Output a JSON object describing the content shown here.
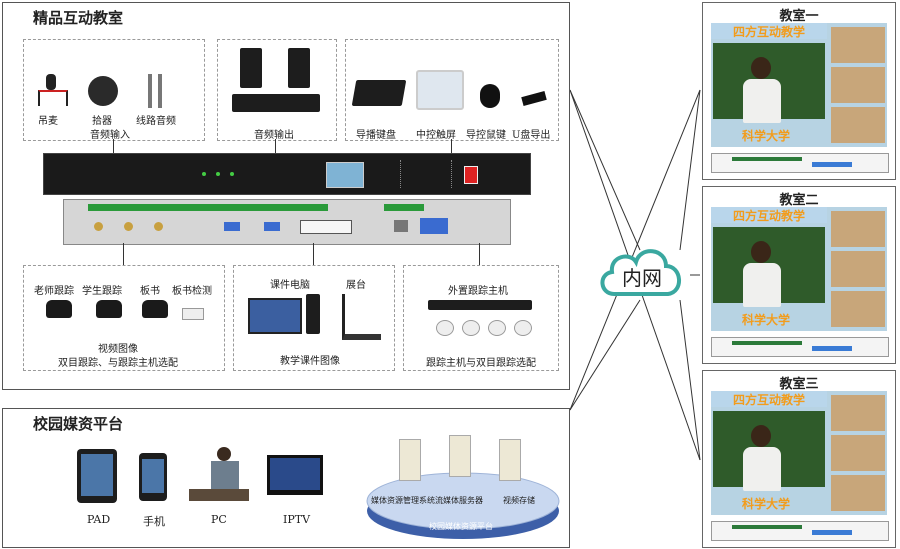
{
  "classroom_main": {
    "title": "精品互动教室",
    "audio_input": {
      "label": "音频输入",
      "devices": [
        "吊麦",
        "拾器",
        "线路音频"
      ]
    },
    "audio_output": {
      "label": "音频输出"
    },
    "control": {
      "devices": [
        "导播键盘",
        "中控触屏",
        "导控鼠键",
        "U盘导出"
      ]
    },
    "video": {
      "devices": [
        "老师跟踪",
        "学生跟踪",
        "板书",
        "板书检测"
      ],
      "label_line1": "视频图像",
      "label_line2": "双目跟踪、与跟踪主机选配"
    },
    "courseware": {
      "devices": [
        "课件电脑",
        "展台"
      ],
      "label": "教学课件图像"
    },
    "tracking": {
      "label_top": "外置跟踪主机",
      "label_bottom": "跟踪主机与双目跟踪选配"
    }
  },
  "network": {
    "label": "内网"
  },
  "remote_classrooms": [
    {
      "title": "教室一",
      "banner": "四方互动教学",
      "caption": "科学大学"
    },
    {
      "title": "教室二",
      "banner": "四方互动教学",
      "caption": "科学大学"
    },
    {
      "title": "教室三",
      "banner": "四方互动教学",
      "caption": "科学大学"
    }
  ],
  "campus_platform": {
    "title": "校园媒资平台",
    "clients": [
      "PAD",
      "手机",
      "PC",
      "IPTV"
    ],
    "servers": [
      "媒体资源管理系统",
      "流媒体服务器",
      "视频存储"
    ],
    "platform_label": "校园媒体资源平台"
  },
  "colors": {
    "banner_text": "#f29c1c",
    "banner_bg": "#b9d6eb",
    "cloud": "#3aa8a0",
    "board": "#2f5b2a"
  }
}
